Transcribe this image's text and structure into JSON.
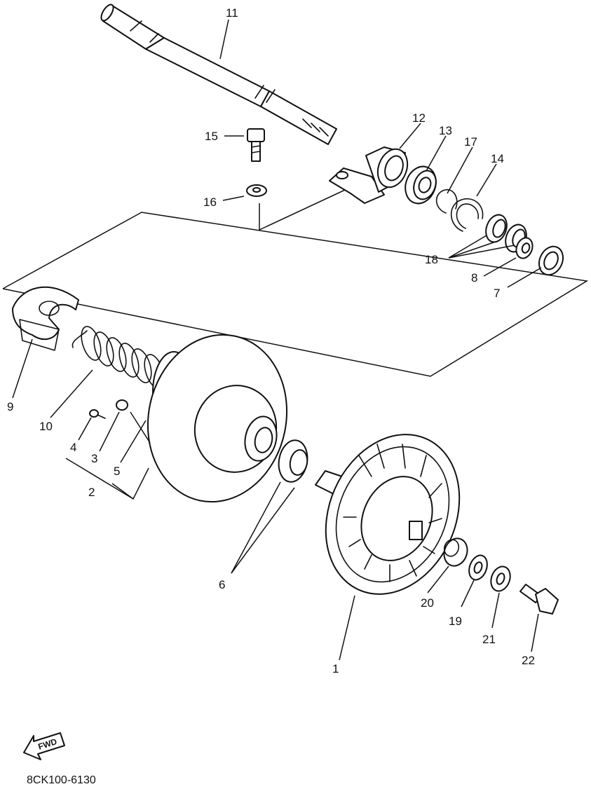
{
  "diagram": {
    "callouts": {
      "p1": "1",
      "p2": "2",
      "p3": "3",
      "p4": "4",
      "p5": "5",
      "p6": "6",
      "p7": "7",
      "p8": "8",
      "p9": "9",
      "p10": "10",
      "p11": "11",
      "p12": "12",
      "p13": "13",
      "p14": "14",
      "p15": "15",
      "p16": "16",
      "p17": "17",
      "p18": "18",
      "p19": "19",
      "p20": "20",
      "p21": "21",
      "p22": "22"
    },
    "fwd_label": "FWD",
    "drawing_code": "8CK100-6130"
  }
}
